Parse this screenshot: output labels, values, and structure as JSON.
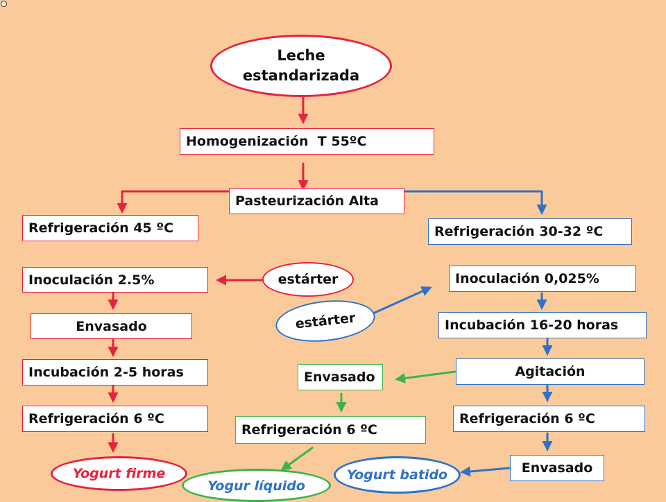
{
  "colors": {
    "red": "#E8213E",
    "blue": "#2E73C7",
    "green": "#3CB44B",
    "background": "#FBCA9A"
  },
  "start": {
    "line1": "Leche",
    "line2": "estandarizada"
  },
  "steps": {
    "homogenizacion": "Homogenización  T 55ºC",
    "pasteurizacion": "Pasteurización Alta"
  },
  "firm_branch": {
    "refrigeracion_45": "Refrigeración 45 ºC",
    "inoculacion": "Inoculación 2.5%",
    "starter": "estárter",
    "envasado": "Envasado",
    "incubacion": "Incubación 2-5 horas",
    "refrigeracion_6": "Refrigeración 6 ºC",
    "result": "Yogurt firme"
  },
  "stirred_branch": {
    "refrigeracion_30": "Refrigeración 30-32 ºC",
    "inoculacion": "Inoculación 0,025%",
    "starter": "estárter",
    "incubacion": "Incubación 16-20 horas",
    "agitacion": "Agitación",
    "refrigeracion_6": "Refrigeración 6 ºC",
    "envasado": "Envasado",
    "result": "Yogurt batido"
  },
  "liquid_branch": {
    "envasado": "Envasado",
    "refrigeracion_6": "Refrigeración 6 ºC",
    "result": "Yogur líquido"
  }
}
